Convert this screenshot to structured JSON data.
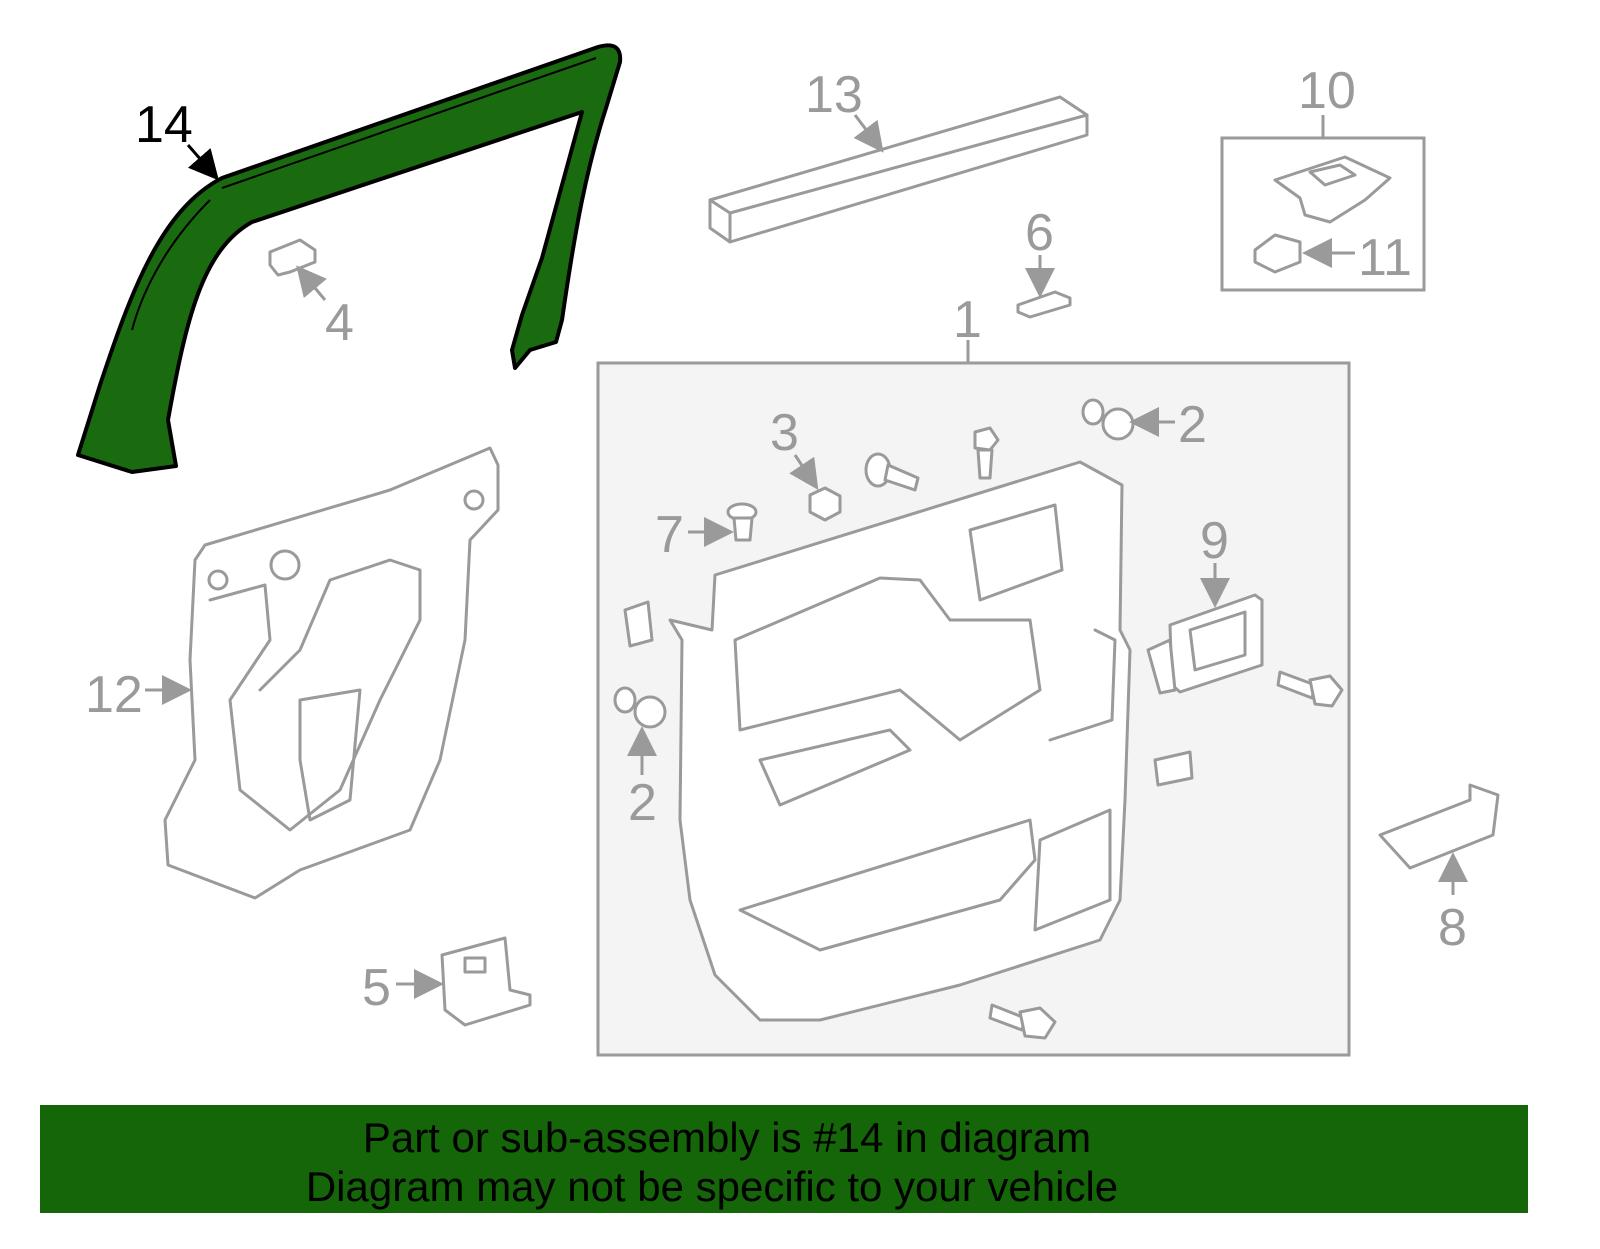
{
  "diagram": {
    "highlighted_part": "14",
    "labels": {
      "p1": "1",
      "p2a": "2",
      "p2b": "2",
      "p3": "3",
      "p4": "4",
      "p5": "5",
      "p6": "6",
      "p7": "7",
      "p8": "8",
      "p9": "9",
      "p10": "10",
      "p11": "11",
      "p12": "12",
      "p13": "13",
      "p14": "14"
    }
  },
  "banner": {
    "line1": "Part or sub-assembly is #14 in diagram",
    "line2": "Diagram may not be specific to your vehicle"
  },
  "colors": {
    "highlight": "#1a6b10",
    "banner": "#146608",
    "line": "#9a9a9a"
  }
}
